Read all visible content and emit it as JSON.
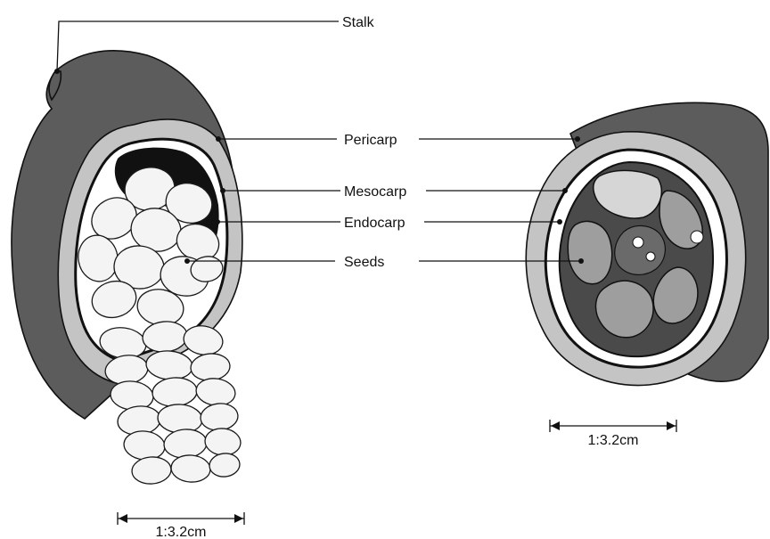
{
  "labels": {
    "stalk": "Stalk",
    "pericarp": "Pericarp",
    "mesocarp": "Mesocarp",
    "endocarp": "Endocarp",
    "seeds": "Seeds"
  },
  "scale_bars": {
    "left": "1:3.2cm",
    "right": "1:3.2cm"
  },
  "colors": {
    "husk_dark": "#5c5c5c",
    "pericarp_light": "#c4c4c4",
    "mesocarp_white": "#ffffff",
    "pulp_black": "#111111",
    "seed_fill": "#f4f4f4",
    "seed_chamber_gray": "#9e9e9e"
  }
}
